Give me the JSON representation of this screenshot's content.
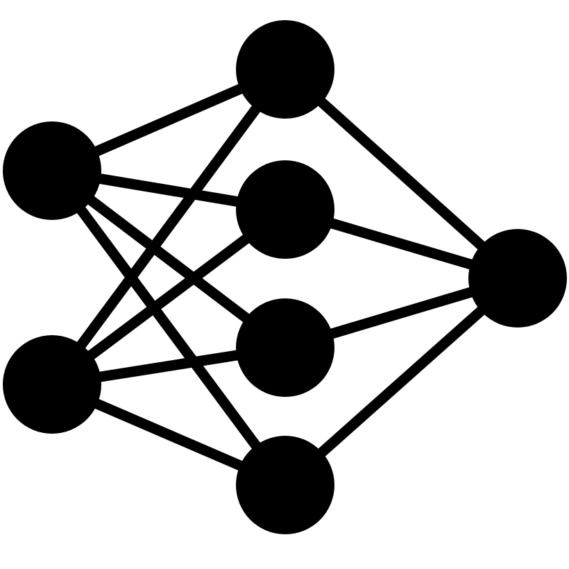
{
  "diagram": {
    "type": "neural-network",
    "colors": {
      "background": "#ffffff",
      "node": "#000000",
      "edge": "#000000"
    },
    "layers": [
      {
        "id": "input",
        "node_count": 2
      },
      {
        "id": "hidden",
        "node_count": 4
      },
      {
        "id": "output",
        "node_count": 1
      }
    ],
    "connectivity": "fully-connected-between-adjacent-layers"
  }
}
